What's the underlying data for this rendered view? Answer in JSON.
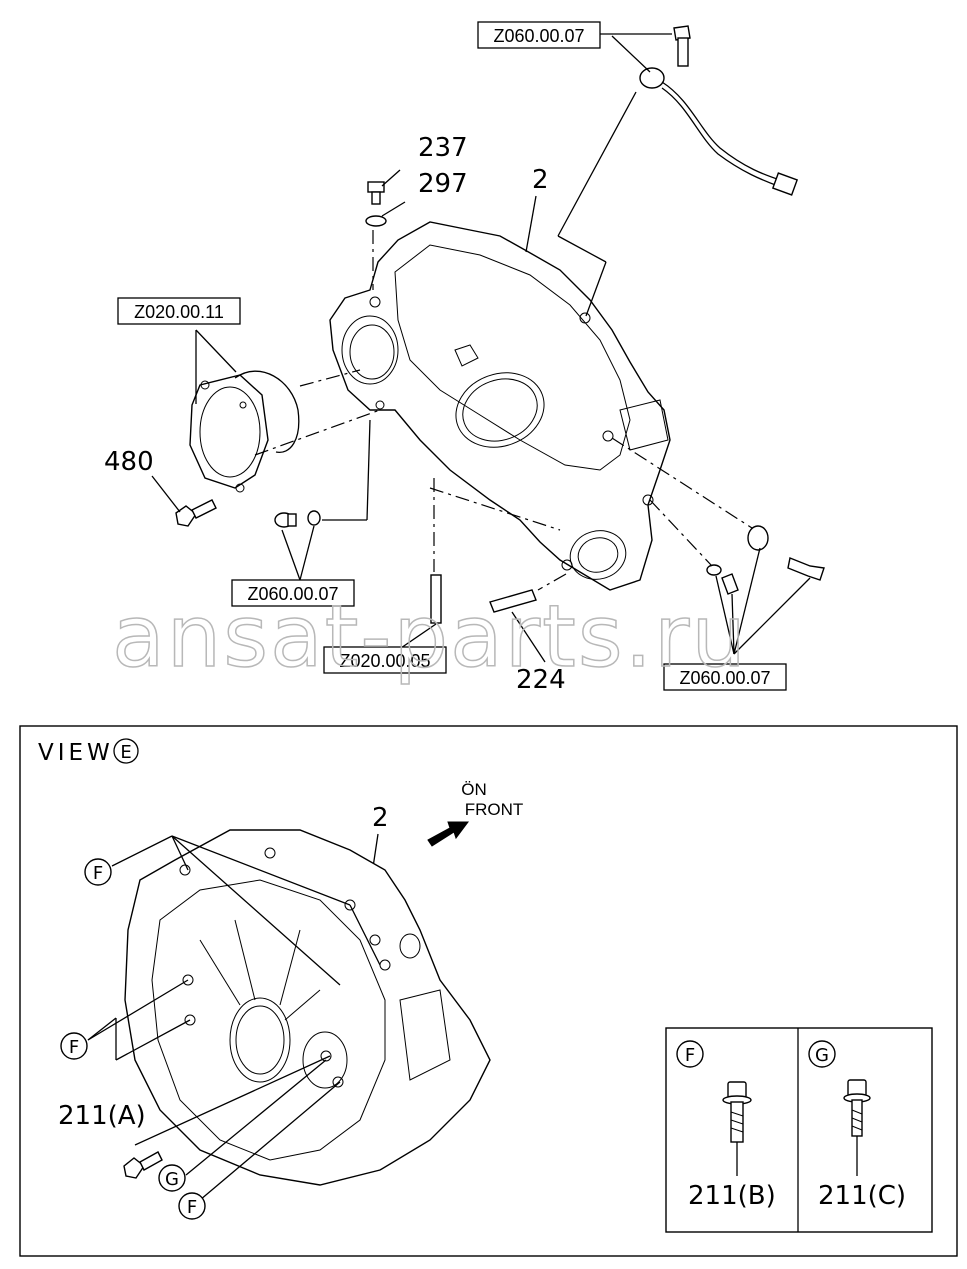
{
  "watermark": "ansat-parts.ru",
  "main": {
    "ref_boxes": [
      "Z060.00.07",
      "Z020.00.11",
      "Z060.00.07",
      "Z020.00.05",
      "Z060.00.07"
    ],
    "numbers": {
      "n237": "237",
      "n297": "297",
      "n2": "2",
      "n480": "480",
      "n224": "224"
    }
  },
  "view": {
    "title": "VIEW",
    "title_circle": "E",
    "front_line1": "ÖN",
    "front_line2": "FRONT",
    "part_number": "2",
    "callout_f1": "F",
    "callout_f2": "F",
    "callout_g": "G",
    "callout_f3": "F",
    "bolt_label": "211(A)"
  },
  "inset": {
    "left_circle": "F",
    "right_circle": "G",
    "left_label": "211(B)",
    "right_label": "211(C)"
  }
}
